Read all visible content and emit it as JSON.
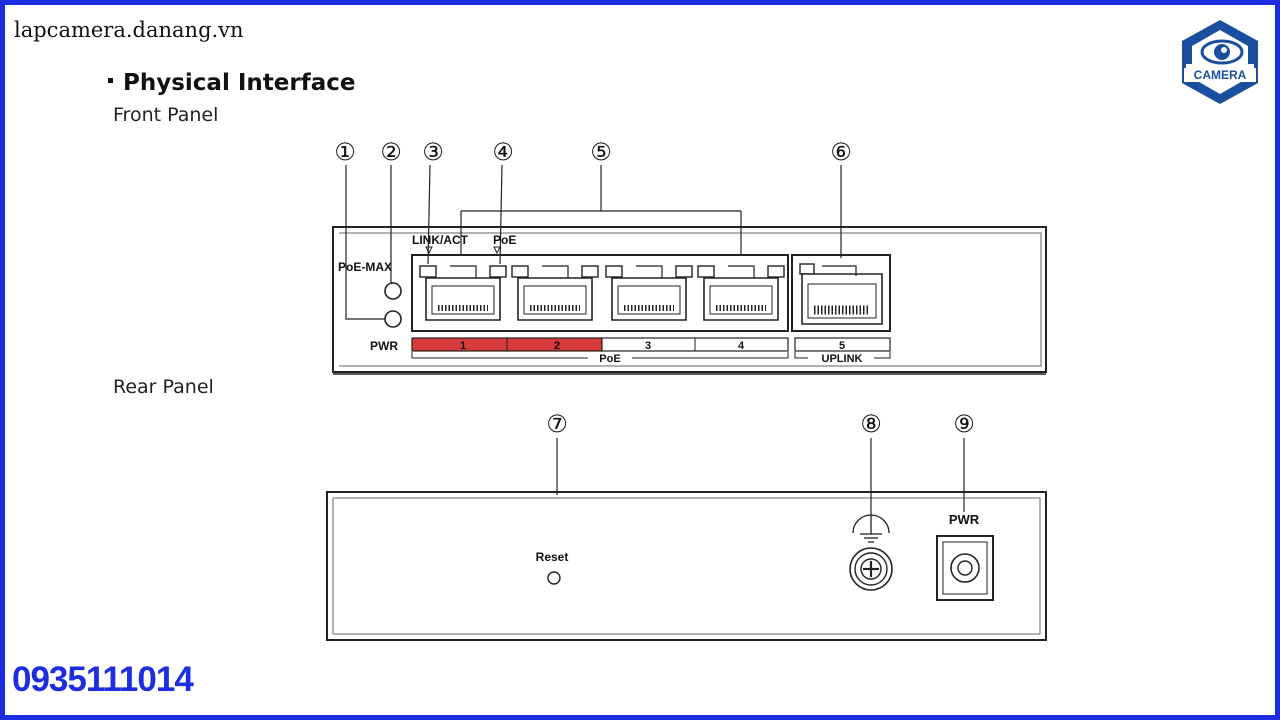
{
  "site_url": "lapcamera.danang.vn",
  "heading": "Physical Interface",
  "front_panel_label": "Front Panel",
  "rear_panel_label": "Rear Panel",
  "phone": "0935111014",
  "logo": {
    "text": "CAMERA",
    "icon": "camera-eye-logo-icon",
    "color": "#1a4e9e"
  },
  "front": {
    "poe_max": "PoE-MAX",
    "link_act": "LINK/ACT",
    "poe": "PoE",
    "pwr": "PWR",
    "ports": [
      "1",
      "2",
      "3",
      "4",
      "5"
    ],
    "poe_group": "PoE",
    "uplink_group": "UPLINK",
    "highlight_color": "#d63a3a"
  },
  "rear": {
    "reset": "Reset",
    "pwr": "PWR",
    "ground_icon": "ground-symbol-icon"
  },
  "callouts": [
    "①",
    "②",
    "③",
    "④",
    "⑤",
    "⑥",
    "⑦",
    "⑧",
    "⑨"
  ],
  "accent_color": "#1d2ee0"
}
